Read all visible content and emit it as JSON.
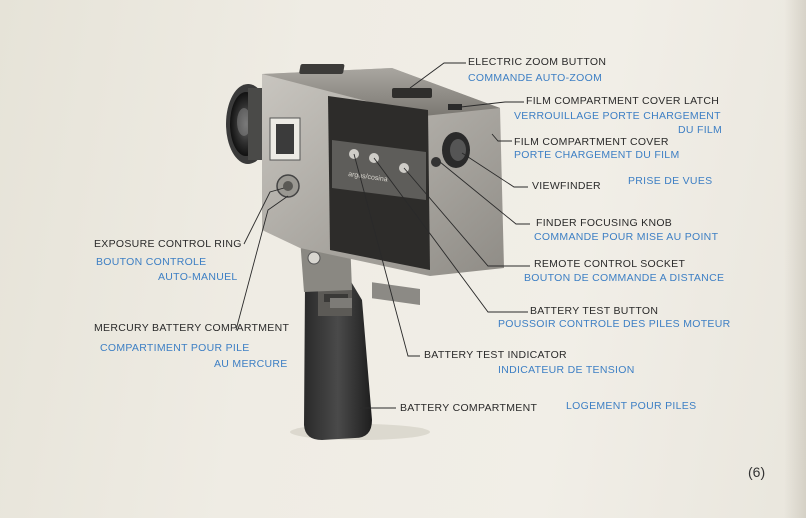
{
  "labels": {
    "zoom_en": "ELECTRIC ZOOM BUTTON",
    "zoom_fr": "COMMANDE AUTO-ZOOM",
    "latch_en": "FILM COMPARTMENT COVER LATCH",
    "latch_fr_1": "VERROUILLAGE PORTE CHARGEMENT",
    "latch_fr_2": "DU FILM",
    "cover_en": "FILM COMPARTMENT COVER",
    "cover_fr": "PORTE CHARGEMENT DU FILM",
    "viewfinder_en": "VIEWFINDER",
    "viewfinder_fr": "PRISE DE VUES",
    "focus_en": "FINDER FOCUSING KNOB",
    "focus_fr": "COMMANDE POUR MISE AU POINT",
    "remote_en": "REMOTE CONTROL SOCKET",
    "remote_fr": "BOUTON DE COMMANDE A DISTANCE",
    "battest_en": "BATTERY TEST BUTTON",
    "battest_fr": "POUSSOIR CONTROLE DES PILES MOTEUR",
    "indicator_en": "BATTERY TEST INDICATOR",
    "indicator_fr": "INDICATEUR DE TENSION",
    "batcomp_en": "BATTERY COMPARTMENT",
    "batcomp_fr": "LOGEMENT POUR PILES",
    "exposure_en": "EXPOSURE CONTROL RING",
    "exposure_fr_1": "BOUTON CONTROLE",
    "exposure_fr_2": "AUTO-MANUEL",
    "mercury_en": "MERCURY BATTERY COMPARTMENT",
    "mercury_fr_1": "COMPARTIMENT POUR PILE",
    "mercury_fr_2": "AU MERCURE"
  },
  "camera_brand": "argus/cosina",
  "page_number": "(6)"
}
